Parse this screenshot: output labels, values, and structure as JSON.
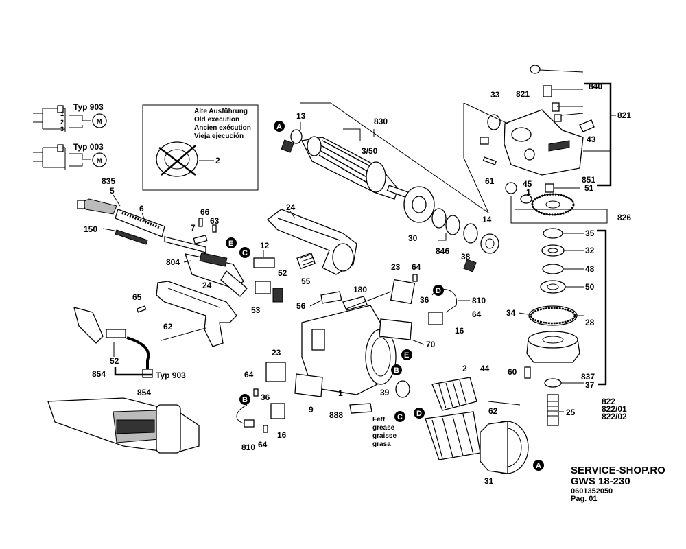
{
  "labels": {
    "p13": "13",
    "p830": "830",
    "p3_50": "3/50",
    "p33": "33",
    "p821a": "821",
    "p840": "840",
    "p821b": "821",
    "p43": "43",
    "p61": "61",
    "p45": "45",
    "p1": "1",
    "p851": "851",
    "p51": "51",
    "p826": "826",
    "p35": "35",
    "p32": "32",
    "p48": "48",
    "p50": "50",
    "p34": "34",
    "p28": "28",
    "p60": "60",
    "p837": "837",
    "p37": "37",
    "p25": "25",
    "p822": "822",
    "p822_01": "822/01",
    "p822_02": "822/02",
    "p14": "14",
    "p30": "30",
    "p846": "846",
    "p38": "38",
    "p2a": "2",
    "p835": "835",
    "p5": "5",
    "p6": "6",
    "p66": "66",
    "p7": "7",
    "p63": "63",
    "p24a": "24",
    "p150": "150",
    "p12": "12",
    "p804": "804",
    "p52a": "52",
    "p55": "55",
    "p53": "53",
    "p24b": "24",
    "p65": "65",
    "p62a": "62",
    "p52b": "52",
    "p854a": "854",
    "p854b": "854",
    "p23a": "23",
    "p64a": "64",
    "p180": "180",
    "p56": "56",
    "p36a": "36",
    "p810a": "810",
    "p64b": "64",
    "p16a": "16",
    "p70": "70",
    "p23b": "23",
    "p64c": "64",
    "p1b": "1",
    "p9": "9",
    "p888": "888",
    "p36b": "36",
    "p16b": "16",
    "p810b": "810",
    "p64d": "64",
    "p2b": "2",
    "p44": "44",
    "p62b": "62",
    "p39": "39",
    "p31": "31"
  },
  "typ": {
    "t903a": "Typ 903",
    "t003": "Typ 003",
    "t903b": "Typ 903"
  },
  "wiring": {
    "n1": "1",
    "n2": "2",
    "n3": "3",
    "motor": "M"
  },
  "callouts": {
    "A": "A",
    "B": "B",
    "C": "C",
    "D": "D",
    "E": "E"
  },
  "old_version": {
    "de": "Alte Ausführung",
    "en": "Old execution",
    "fr": "Ancien exécution",
    "es": "Vieja ejecución"
  },
  "grease": {
    "de": "Fett",
    "en": "grease",
    "fr": "graisse",
    "es": "grasa"
  },
  "footer": {
    "shop": "SERVICE-SHOP.RO",
    "model": "GWS 18-230",
    "part_number": "0601352050",
    "page": "Pag. 01"
  }
}
